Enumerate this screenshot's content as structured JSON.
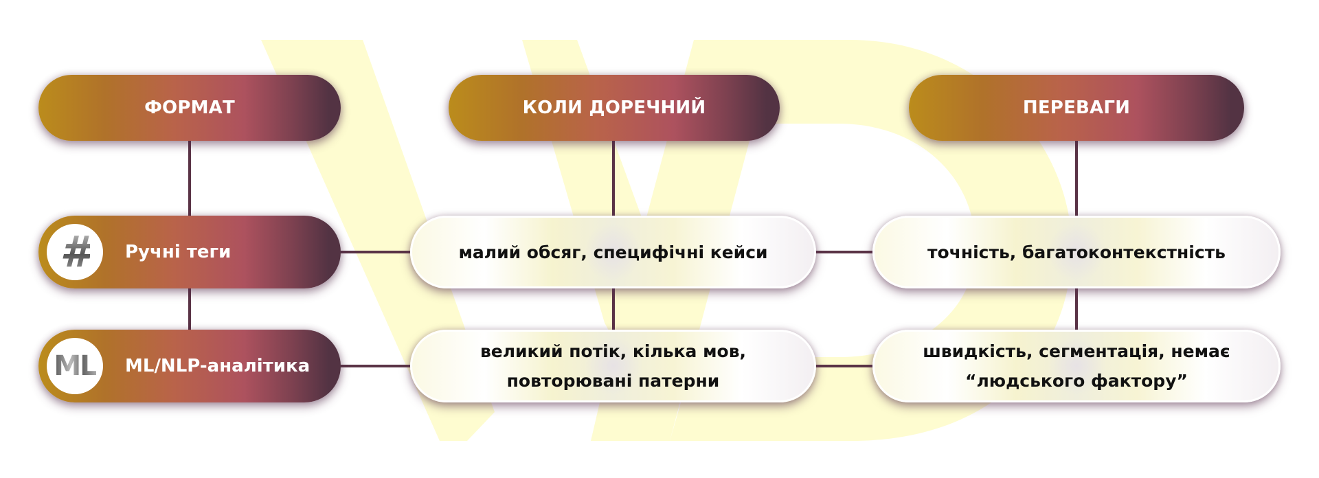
{
  "colors": {
    "gradient_start": "#bb8c1c",
    "gradient_mid": "#b9634a",
    "gradient_rose": "#ad525e",
    "gradient_end": "#533343",
    "connector": "#5a3346",
    "watermark": "#fefcd0"
  },
  "headers": [
    {
      "label": "ФОРМАТ"
    },
    {
      "label": "КОЛИ ДОРЕЧНИЙ"
    },
    {
      "label": "ПЕРЕВАГИ"
    }
  ],
  "rows": [
    {
      "icon": "hashtag-icon",
      "icon_glyph": "#",
      "format": "Ручні теги",
      "when_appropriate": [
        "малий обсяг, специфічні кейси"
      ],
      "advantages": [
        "точність, багатоконтекстність"
      ]
    },
    {
      "icon": "ml-icon",
      "icon_glyph": "ML",
      "format": "ML/NLP-аналітика",
      "when_appropriate": [
        "великий потік, кілька мов,",
        "повторювані патерни"
      ],
      "advantages": [
        "швидкість, сегментація, немає",
        "“людського фактору”"
      ]
    }
  ]
}
